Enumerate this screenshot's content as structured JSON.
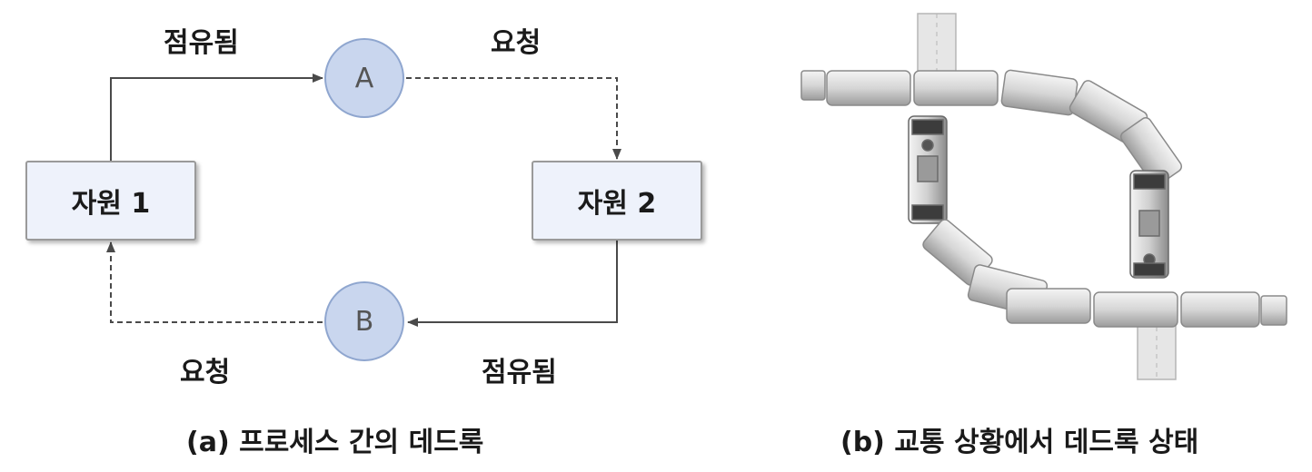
{
  "panel_a": {
    "resource_1": "자원 1",
    "resource_2": "자원 2",
    "process_a": "A",
    "process_b": "B",
    "label_held_top": "점유됨",
    "label_request_top": "요청",
    "label_request_bottom": "요청",
    "label_held_bottom": "점유됨",
    "caption": "(a) 프로세스 간의 데드록"
  },
  "panel_b": {
    "caption": "(b) 교통 상황에서 데드록 상태"
  },
  "colors": {
    "box_fill": "#eef2fb",
    "node_fill": "#c9d6ee",
    "node_border": "#8fa6cf",
    "arrow": "#4a4a4a"
  }
}
